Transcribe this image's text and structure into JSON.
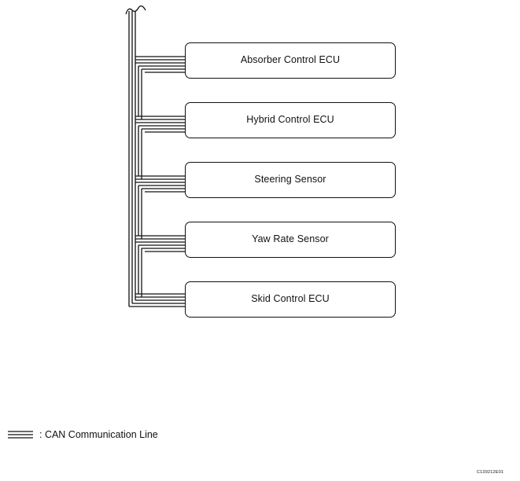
{
  "diagram": {
    "ecus": [
      {
        "label": "Absorber Control ECU"
      },
      {
        "label": "Hybrid Control ECU"
      },
      {
        "label": "Steering Sensor"
      },
      {
        "label": "Yaw Rate Sensor"
      },
      {
        "label": "Skid Control ECU"
      }
    ],
    "legend": {
      "label": ": CAN Communication Line"
    },
    "figure_code": "C139212E01"
  }
}
